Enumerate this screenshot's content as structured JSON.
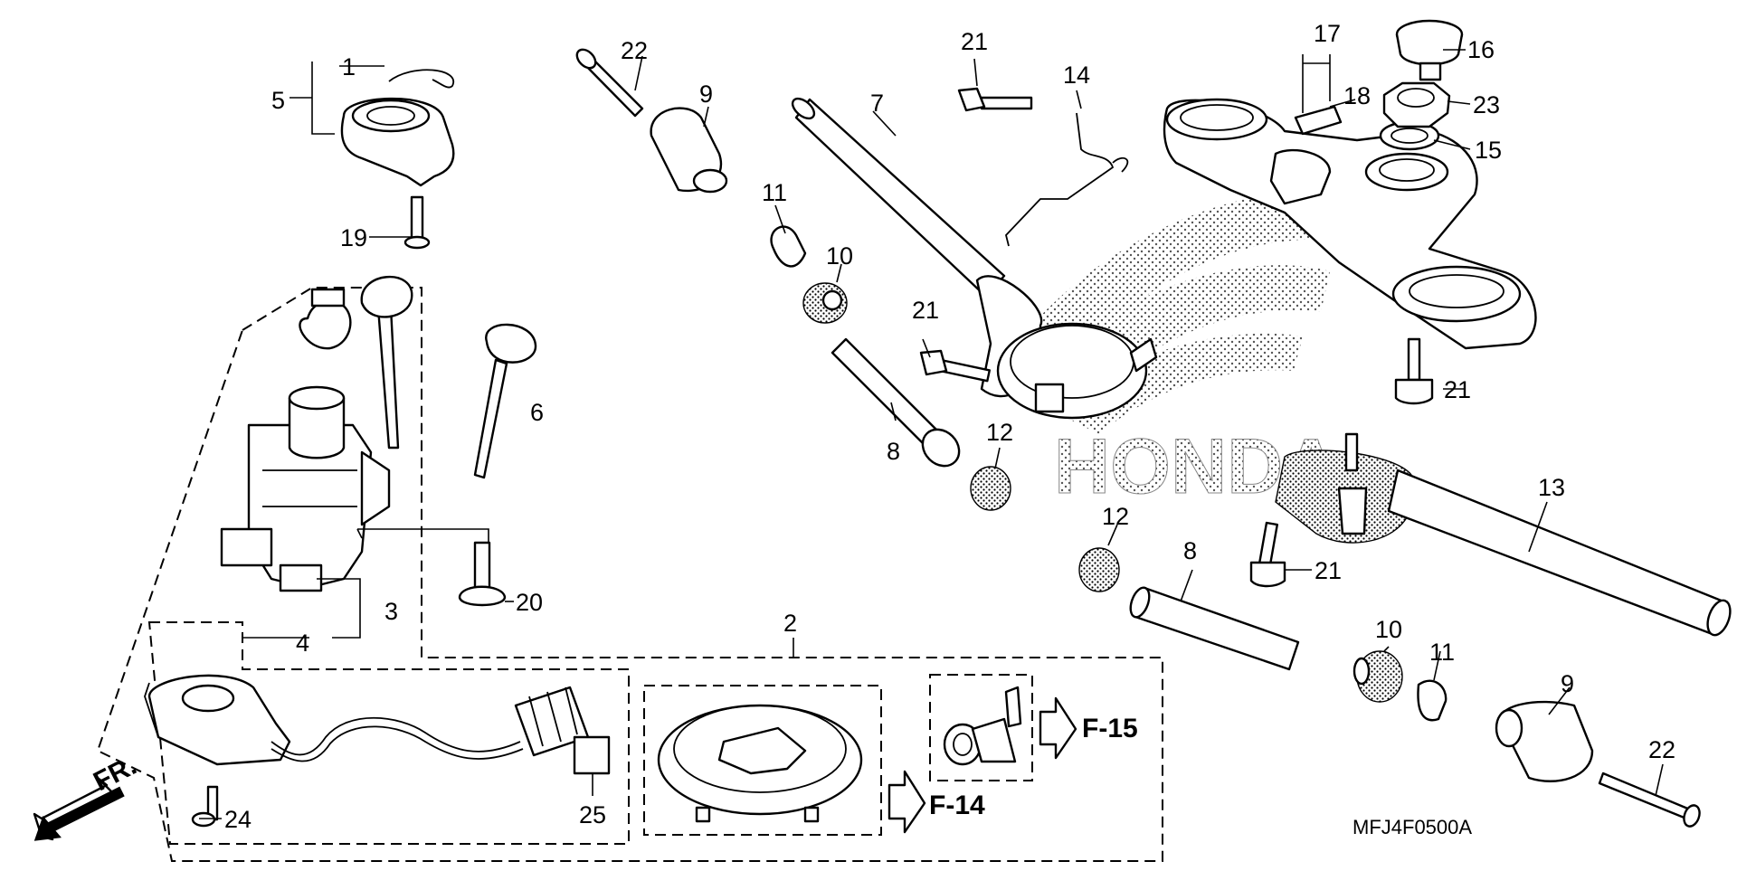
{
  "diagram": {
    "code": "MFJ4F0500A",
    "front_marker": "FR.",
    "brand_watermark": "HONDA",
    "refs": [
      {
        "id": "ref-f14",
        "text": "F-14"
      },
      {
        "id": "ref-f15",
        "text": "F-15"
      }
    ],
    "callouts": {
      "c1": "1",
      "c2": "2",
      "c3": "3",
      "c4": "4",
      "c5": "5",
      "c6": "6",
      "c7": "7",
      "c8a": "8",
      "c8b": "8",
      "c9a": "9",
      "c9b": "9",
      "c10a": "10",
      "c10b": "10",
      "c11a": "11",
      "c11b": "11",
      "c12a": "12",
      "c12b": "12",
      "c13": "13",
      "c14": "14",
      "c15": "15",
      "c16": "16",
      "c17": "17",
      "c18": "18",
      "c19": "19",
      "c20": "20",
      "c21a": "21",
      "c21b": "21",
      "c21c": "21",
      "c21d": "21",
      "c22a": "22",
      "c22b": "22",
      "c23": "23",
      "c24": "24",
      "c25": "25"
    }
  }
}
